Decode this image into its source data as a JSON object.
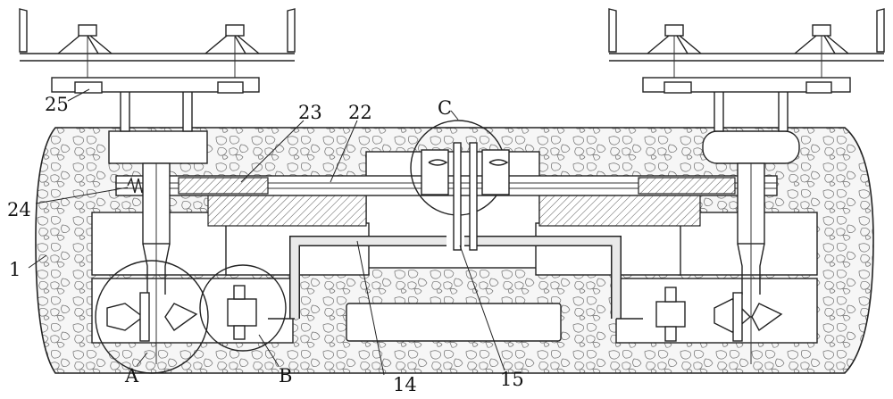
{
  "labels": {
    "l1": "1",
    "l14": "14",
    "l15": "15",
    "l22": "22",
    "l23": "23",
    "l24": "24",
    "l25": "25",
    "lA": "A",
    "lB": "B",
    "lC": "C"
  },
  "colors": {
    "line": "#222222",
    "stone_fill": "#f4f4f4",
    "hatch": "#555555",
    "background": "#ffffff"
  }
}
